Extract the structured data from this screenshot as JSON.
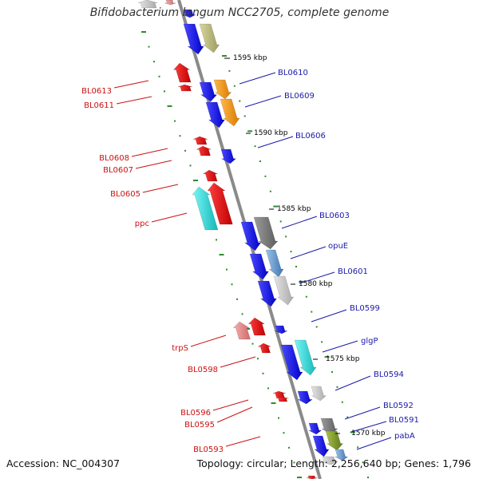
{
  "title": "Bifidobacterium longum NCC2705, complete genome",
  "accession": "Accession: NC_004307",
  "topology": "Topology: circular; Length: 2,256,640 bp; Genes: 1,796",
  "kbp_ticks": [
    "1595 kbp",
    "1590 kbp",
    "1585 kbp",
    "1580 kbp",
    "1575 kbp",
    "1570 kbp"
  ],
  "left_labels": [
    "BL0613",
    "BL0611",
    "BL0608",
    "BL0607",
    "BL0605",
    "ppc",
    "trpS",
    "BL0598",
    "BL0596",
    "BL0595",
    "BL0593"
  ],
  "right_labels": [
    "BL0610",
    "BL0609",
    "BL0606",
    "BL0603",
    "opuE",
    "BL0601",
    "BL0599",
    "glgP",
    "BL0594",
    "BL0592",
    "BL0591",
    "pabA"
  ],
  "colors": {
    "backbone": "#8a8a8a",
    "forward_cds": "#1a1ae6",
    "reverse_cds": "#e61a1a",
    "olive": "#b8b878",
    "orange": "#f39c12",
    "gray": "#8c8c8c",
    "silver": "#c8c8c8",
    "cyan": "#1ad7d7",
    "steel": "#5b8fc7",
    "pink": "#e88a8a",
    "green": "#7f9a2a",
    "tick_green": "#2e8b2e",
    "left_label": "#cc1111",
    "right_label": "#1a1aa8"
  }
}
